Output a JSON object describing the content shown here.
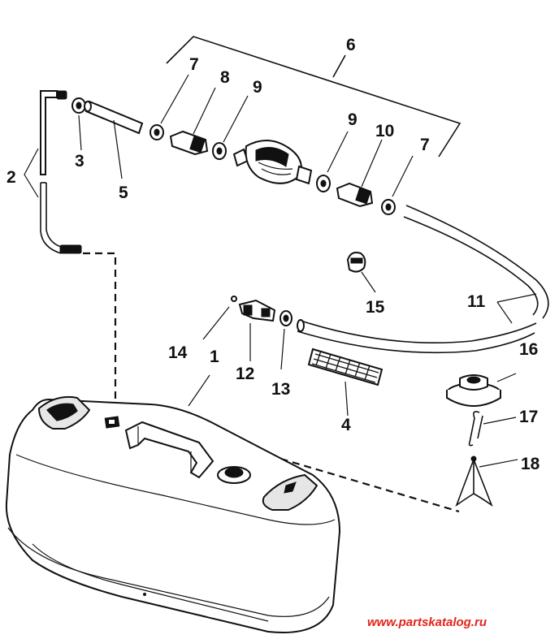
{
  "callouts": {
    "c1": "1",
    "c2": "2",
    "c3": "3",
    "c4": "4",
    "c5": "5",
    "c6": "6",
    "c7a": "7",
    "c7b": "7",
    "c8": "8",
    "c9a": "9",
    "c9b": "9",
    "c10": "10",
    "c11": "11",
    "c12": "12",
    "c13": "13",
    "c14": "14",
    "c15": "15",
    "c16": "16",
    "c17": "17",
    "c18": "18"
  },
  "watermark": {
    "text": "www.partskatalog.ru",
    "color": "#e2231a"
  },
  "icons": {
    "fuel_tank": "fuel-tank-icon",
    "primer_bulb": "primer-bulb-icon",
    "fuel_hose": "fuel-hose-icon",
    "filler_cap": "filler-cap-icon"
  }
}
